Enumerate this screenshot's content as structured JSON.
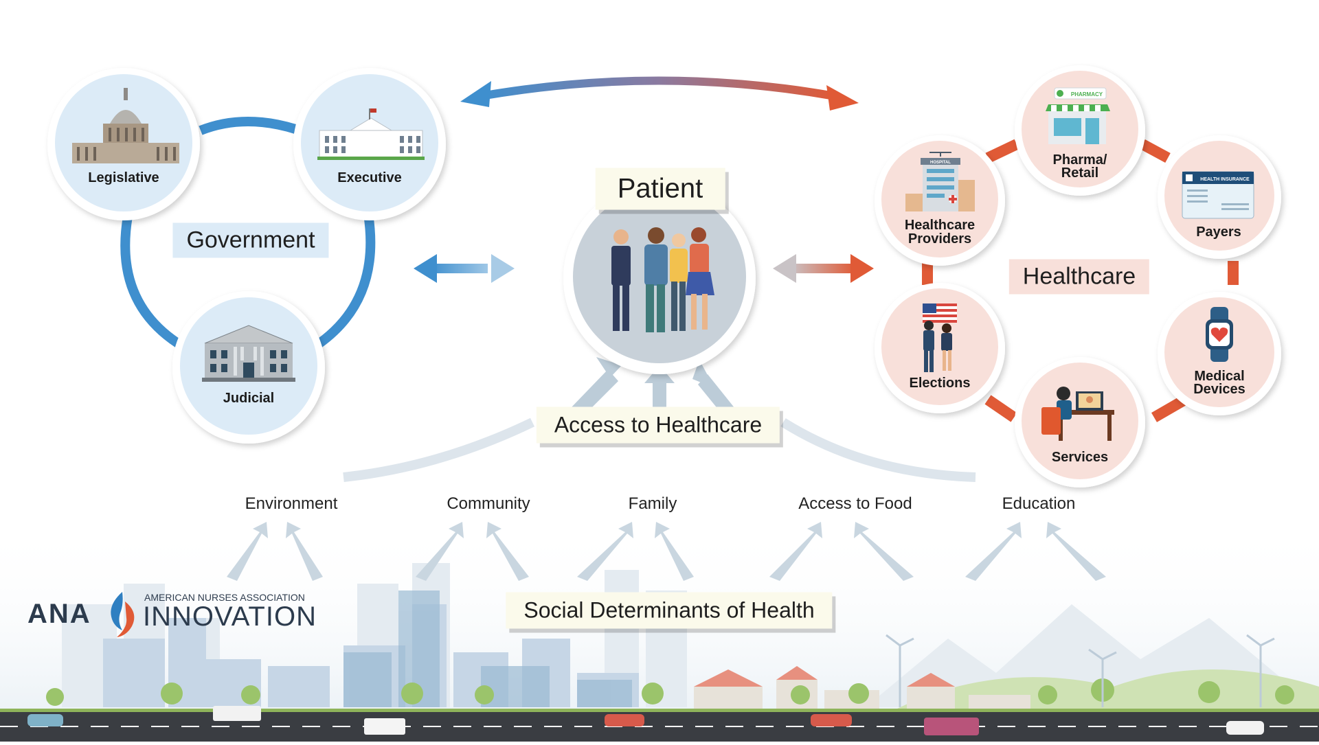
{
  "government": {
    "title": "Government",
    "nodes": [
      {
        "label": "Legislative",
        "icon": "capitol-building-icon"
      },
      {
        "label": "Executive",
        "icon": "white-house-icon"
      },
      {
        "label": "Judicial",
        "icon": "courthouse-icon"
      }
    ]
  },
  "patient": {
    "title": "Patient",
    "icon": "patients-group-icon"
  },
  "healthcare": {
    "title": "Healthcare",
    "nodes": [
      {
        "label": "Pharma/",
        "label2": "Retail",
        "icon": "pharmacy-icon",
        "sign": "PHARMACY"
      },
      {
        "label": "Payers",
        "icon": "insurance-card-icon",
        "sign": "HEALTH INSURANCE"
      },
      {
        "label": "Medical",
        "label2": "Devices",
        "icon": "smartwatch-heart-icon"
      },
      {
        "label": "Services",
        "icon": "telehealth-desk-icon"
      },
      {
        "label": "Elections",
        "icon": "voters-flag-icon"
      },
      {
        "label": "Healthcare",
        "label2": "Providers",
        "icon": "hospital-icon",
        "sign": "HOSPITAL"
      }
    ]
  },
  "access": {
    "title": "Access to Healthcare"
  },
  "sdoh": {
    "title": "Social Determinants of Health",
    "items": [
      "Environment",
      "Community",
      "Family",
      "Access to Food",
      "Education"
    ]
  },
  "logo": {
    "ana": "ANA",
    "org": "AMERICAN NURSES ASSOCIATION",
    "product": "INNOVATION"
  },
  "colors": {
    "blue": "#3f8fce",
    "orange": "#e05a36",
    "gov_fill": "#dcebf7",
    "hc_fill": "#f8e0da",
    "arrow_gray": "#c6d3dd"
  }
}
